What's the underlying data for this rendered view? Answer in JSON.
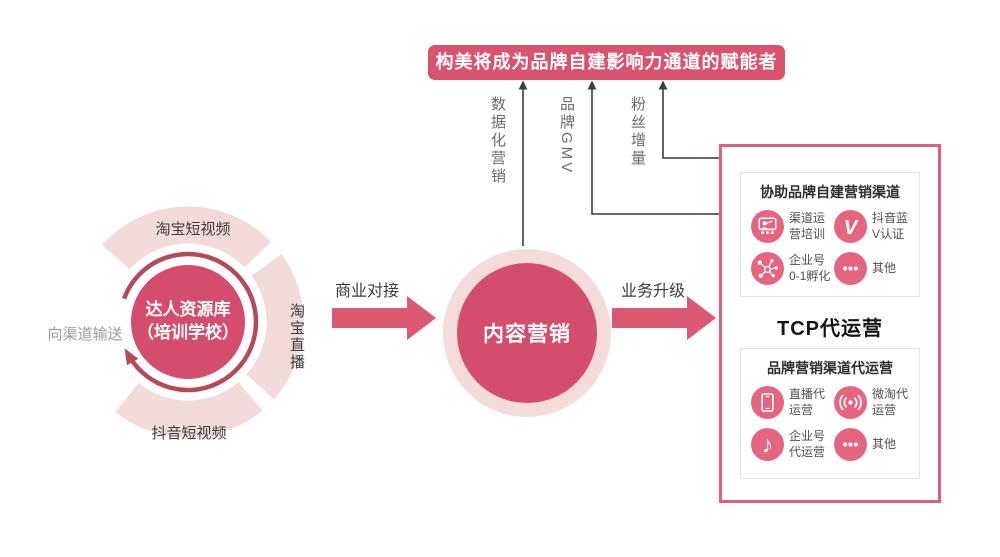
{
  "banner": {
    "text": "构美将成为品牌自建影响力通道的赋能者"
  },
  "flow_labels": [
    {
      "text": "数据化营销"
    },
    {
      "text": "品牌GMV"
    },
    {
      "text": "粉丝增量"
    }
  ],
  "resource_hub": {
    "center_lines": [
      "达人资源库",
      "（培训学校）"
    ],
    "orbit_labels": {
      "top": "淘宝短视频",
      "right": "淘宝直播",
      "bottom": "抖音短视频",
      "left": "向渠道输送"
    }
  },
  "pipeline": {
    "step1_label": "商业对接",
    "center_text": "内容营销",
    "step2_label": "业务升级"
  },
  "panel": {
    "title": "TCP代运营",
    "top_box": {
      "title": "协助品牌自建营销渠道",
      "items": [
        {
          "icon": "presentation-training-icon",
          "label_lines": [
            "渠道运",
            "营培训"
          ]
        },
        {
          "icon": "douyin-v-icon",
          "glyph": "V",
          "label_lines": [
            "抖音蓝",
            "V认证"
          ]
        },
        {
          "icon": "network-incubation-icon",
          "label_lines": [
            "企业号",
            "0-1孵化"
          ]
        },
        {
          "icon": "ellipsis-icon",
          "label_lines": [
            "其他"
          ]
        }
      ]
    },
    "bottom_box": {
      "title": "品牌营销渠道代运营",
      "items": [
        {
          "icon": "phone-live-icon",
          "label_lines": [
            "直播代",
            "运营"
          ]
        },
        {
          "icon": "broadcast-icon",
          "label_lines": [
            "微淘代",
            "运营"
          ]
        },
        {
          "icon": "tiktok-note-icon",
          "glyph": "♪",
          "label_lines": [
            "企业号",
            "代运营"
          ]
        },
        {
          "icon": "ellipsis-icon",
          "label_lines": [
            "其他"
          ]
        }
      ]
    }
  },
  "colors": {
    "accent": "#d9536f",
    "circle_fill": "#d44d6c",
    "icon_circle": "#e5647f",
    "light_ring": "#f2dbd8",
    "halo": "#f3dcd9",
    "spin_arrow": "#b24a58",
    "panel_border": "#df5f7d",
    "flow_line": "#3c3c3c"
  }
}
